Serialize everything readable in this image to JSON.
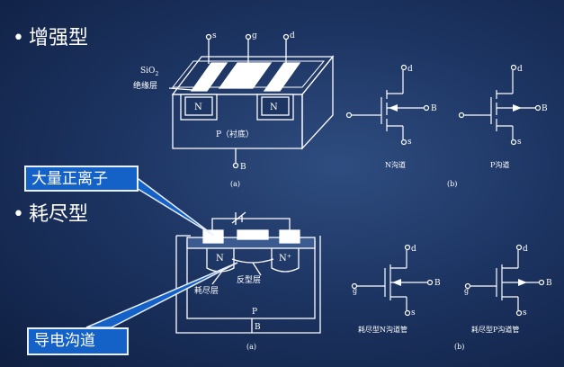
{
  "bullets": {
    "enhancement": "增强型",
    "depletion": "耗尽型"
  },
  "callouts": {
    "ions": "大量正离子",
    "channel": "导电沟道"
  },
  "top_device": {
    "terminal_s": "s",
    "terminal_g": "g",
    "terminal_d": "d",
    "sio2": "SiO",
    "sio2_sub": "2",
    "insulator": "绝缘层",
    "n_region": "N",
    "substrate": "P（衬底）",
    "terminal_b": "B",
    "caption": "(a)"
  },
  "top_symbols": {
    "d": "d",
    "s": "s",
    "b": "B",
    "n_label": "N沟道",
    "p_label": "P沟道",
    "caption": "(b)"
  },
  "bottom_device": {
    "n_region": "N",
    "n_plus": "N⁺",
    "depletion": "耗尽层",
    "inversion": "反型层",
    "p_label": "P",
    "b_label": "B",
    "caption": "(a)"
  },
  "bottom_symbols": {
    "d": "d",
    "s": "s",
    "g": "g",
    "b": "B",
    "n_label": "耗尽型N沟道管",
    "p_label": "耗尽型P沟道管",
    "caption": "(b)"
  },
  "colors": {
    "background": "#1d3563",
    "callout": "#1461c8",
    "line": "#ffffff"
  }
}
